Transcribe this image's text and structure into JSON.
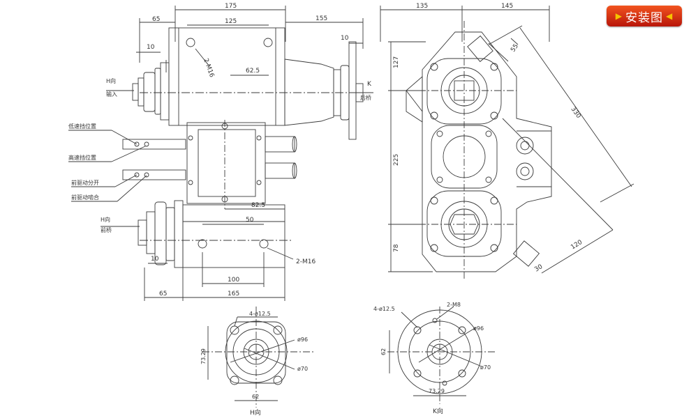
{
  "badge": {
    "left_glyph": "▶",
    "label": "安装图",
    "right_glyph": "◀"
  },
  "colors": {
    "line": "#3a3a3a",
    "badge_top": "#f2541f",
    "badge_bottom": "#b8160a",
    "badge_arrows": "#f5c400"
  },
  "side_view": {
    "dims": {
      "d175": "175",
      "d65_top": "65",
      "d125": "125",
      "d155": "155",
      "d10_top": "10",
      "d10_right": "10",
      "d62_5": "62.5",
      "d82_5": "82.5",
      "d50": "50",
      "d10_bottom": "10",
      "d100": "100",
      "d65_bottom": "65",
      "d165": "165"
    },
    "thread_top": "2-M16",
    "thread_bottom": "2-M16",
    "labels": {
      "h_dir_top": "H向",
      "input": "输入",
      "k_dir": "K",
      "rear_axle": "后桥",
      "low_speed": "低速挡位置",
      "high_speed": "高速挡位置",
      "front_open": "前驱动分开",
      "front_close": "前驱动啮合",
      "h_dir_bottom": "H向",
      "front_axle": "前桥"
    }
  },
  "end_view": {
    "dims": {
      "d135": "135",
      "d145": "145",
      "d127": "127",
      "d55": "55",
      "d330": "330",
      "d225": "225",
      "d78": "78",
      "d120": "120",
      "d30": "30"
    }
  },
  "flange_h": {
    "holes": "4-ø12.5",
    "d96": "ø96",
    "d70": "ø70",
    "d73_29": "73.29",
    "d62": "62",
    "caption": "H向"
  },
  "flange_k": {
    "holes": "4-ø12.5",
    "thread": "2-M8",
    "d96": "ø96",
    "d70": "ø70",
    "d62": "62",
    "d73_29": "73.29",
    "caption": "K向"
  }
}
